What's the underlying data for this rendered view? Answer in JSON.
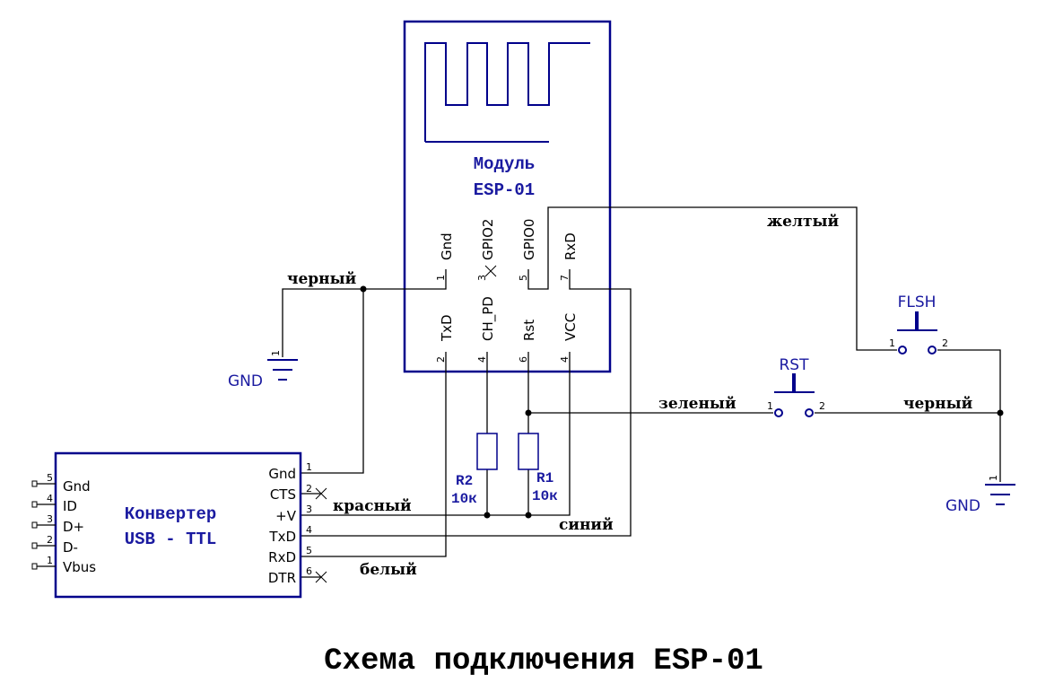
{
  "title": "Схема подключения ESP-01",
  "esp_module": {
    "label_line1": "Модуль",
    "label_line2": "ESP-01",
    "top_pins": [
      {
        "num": "1",
        "name": "Gnd"
      },
      {
        "num": "3",
        "name": "GPIO2"
      },
      {
        "num": "5",
        "name": "GPIO0"
      },
      {
        "num": "7",
        "name": "RxD"
      }
    ],
    "bottom_pins": [
      {
        "num": "2",
        "name": "TxD"
      },
      {
        "num": "4",
        "name": "CH_PD"
      },
      {
        "num": "6",
        "name": "Rst"
      },
      {
        "num": "4",
        "name": "VCC"
      }
    ]
  },
  "converter": {
    "label_line1": "Конвертер",
    "label_line2": "USB - TTL",
    "left_pins": [
      {
        "num": "5",
        "name": "Gnd"
      },
      {
        "num": "4",
        "name": "ID"
      },
      {
        "num": "3",
        "name": "D+"
      },
      {
        "num": "2",
        "name": "D-"
      },
      {
        "num": "1",
        "name": "Vbus"
      }
    ],
    "right_pins": [
      {
        "num": "1",
        "name": "Gnd"
      },
      {
        "num": "2",
        "name": "CTS"
      },
      {
        "num": "3",
        "name": "+V"
      },
      {
        "num": "4",
        "name": "TxD"
      },
      {
        "num": "5",
        "name": "RxD"
      },
      {
        "num": "6",
        "name": "DTR"
      }
    ]
  },
  "resistors": [
    {
      "ref": "R2",
      "value": "10к"
    },
    {
      "ref": "R1",
      "value": "10к"
    }
  ],
  "switches": [
    {
      "ref": "RST",
      "pin1": "1",
      "pin2": "2"
    },
    {
      "ref": "FLSH",
      "pin1": "1",
      "pin2": "2"
    }
  ],
  "grounds": [
    {
      "label": "GND",
      "pin": "1"
    },
    {
      "label": "GND",
      "pin": "1"
    }
  ],
  "wire_labels": {
    "black_left": "черный",
    "yellow": "желтый",
    "green": "зеленый",
    "black_right": "черный",
    "red": "красный",
    "blue": "синий",
    "white": "белый"
  }
}
